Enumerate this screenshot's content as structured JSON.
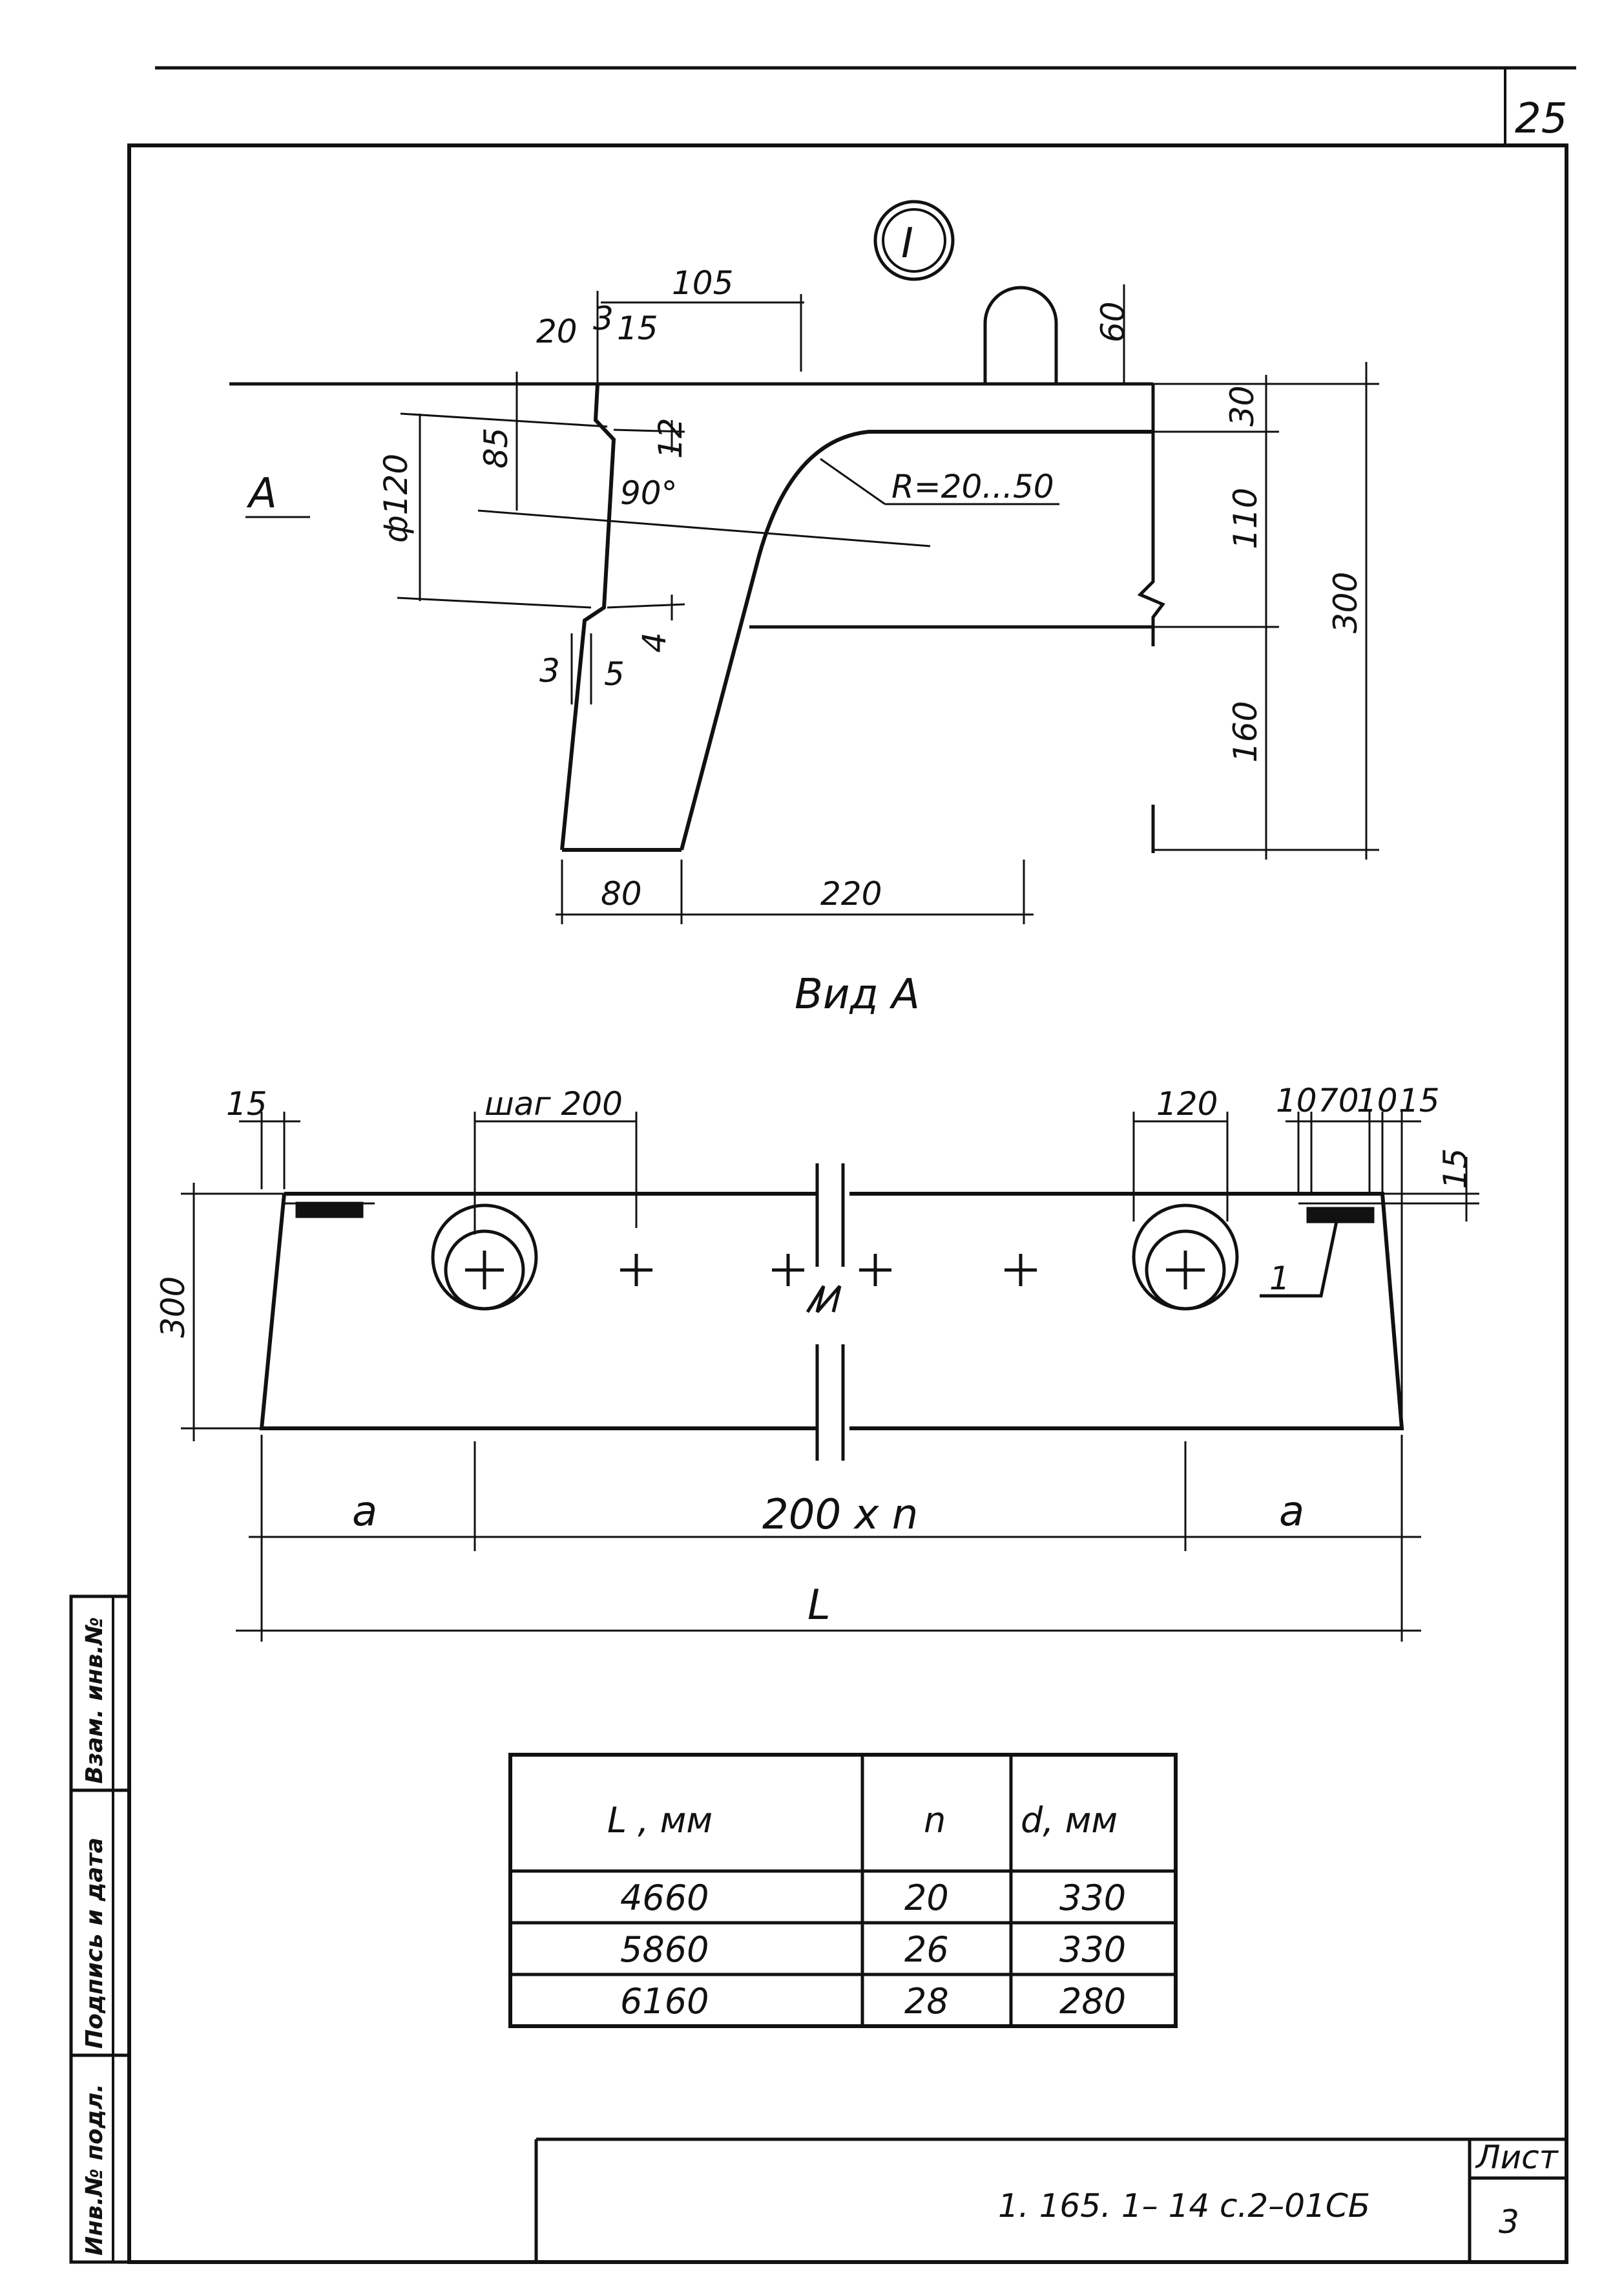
{
  "sheet": {
    "page_number": "25",
    "section_marker": "I"
  },
  "section": {
    "dims": {
      "d105": "105",
      "d20": "20",
      "d3": "3",
      "d15": "15",
      "d60": "60",
      "d85": "85",
      "phi120": "ф120",
      "d12": "12",
      "angle": "90°",
      "radius": "R=20...50",
      "d30": "30",
      "d110": "110",
      "d300": "300",
      "d160": "160",
      "d4": "4",
      "d3b": "3",
      "d5": "5",
      "d80": "80",
      "d220": "220"
    },
    "arrow_label": "A"
  },
  "view": {
    "title": "Вид А",
    "dims": {
      "d15l": "15",
      "step": "шаг 200",
      "d120": "120",
      "d10a": "10",
      "d70": "70",
      "d10b": "10",
      "d15r": "15",
      "d15v": "15",
      "h300": "300",
      "a_left": "a",
      "mid": "200 x n",
      "a_right": "a",
      "total": "L",
      "callout": "1"
    }
  },
  "table": {
    "headers": [
      "L , мм",
      "n",
      "d, мм"
    ],
    "rows": [
      [
        "4660",
        "20",
        "330"
      ],
      [
        "5860",
        "26",
        "330"
      ],
      [
        "6160",
        "28",
        "280"
      ]
    ]
  },
  "title_block": {
    "code": "1. 165. 1– 14 с.2–01СБ",
    "sheet_label": "Лист",
    "sheet_no": "3"
  },
  "margin": {
    "col1": "Инв.№ подл.",
    "col2": "Подпись и дата",
    "col3": "Взам. инв.№"
  }
}
